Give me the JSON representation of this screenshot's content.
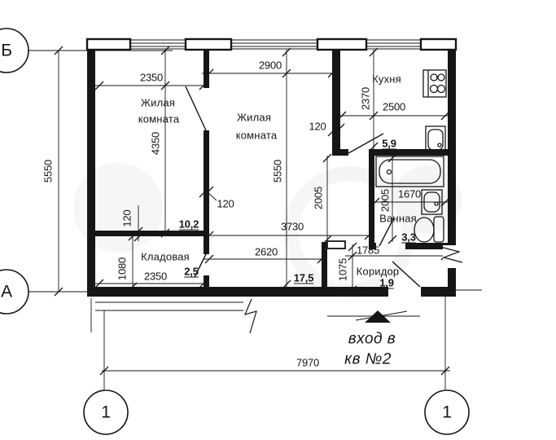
{
  "axes": {
    "b": "Б",
    "a": "А",
    "col_left": "1",
    "col_right": "1"
  },
  "rooms": {
    "living1": {
      "line1": "Жилая",
      "line2": "комната",
      "area": "10,2"
    },
    "living2": {
      "line1": "Жилая",
      "line2": "комната",
      "area": "17,5"
    },
    "kitchen": {
      "name": "Кухня",
      "area": "5,9"
    },
    "bath": {
      "name": "Ванная",
      "area": "3,3"
    },
    "storage": {
      "name": "Кладовая",
      "area": "2,5"
    },
    "corridor": {
      "name": "Коридор",
      "area": "1,9"
    }
  },
  "dims": {
    "w_room1": "2350",
    "w_room2": "2900",
    "w_kitchen": "2500",
    "d_kitchen": "2370",
    "h_room1": "4350",
    "h_room2": "5550",
    "h_overall": "5550",
    "w_overall": "7970",
    "w_bath": "1670",
    "d_bath": "2005",
    "d_hall": "2005",
    "w_room2_bottom": "2620",
    "w_span_bottom": "3730",
    "w_storage": "2350",
    "h_storage": "1080",
    "h_corridor": "1075",
    "w_corridor": "1785",
    "t_wall_kitchen": "120",
    "t_wall_partition": "120",
    "t_wall_storage": "120"
  },
  "entrance": {
    "line1": "вход в",
    "line2": "кв №2"
  },
  "colors": {
    "line": "#161616",
    "bg": "#ffffff"
  }
}
